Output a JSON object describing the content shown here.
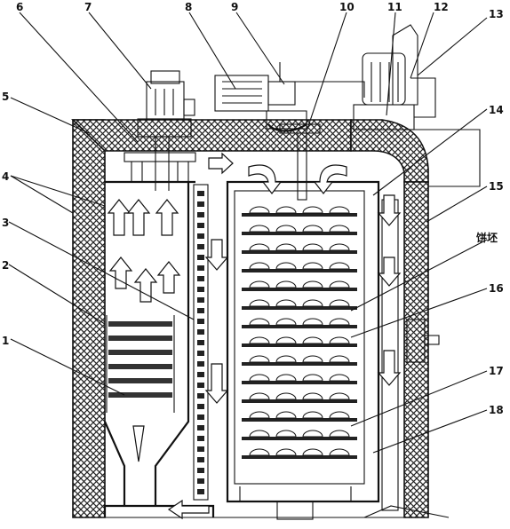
{
  "callouts": [
    "1",
    "2",
    "3",
    "4",
    "5",
    "6",
    "7",
    "8",
    "9",
    "10",
    "11",
    "12",
    "13",
    "14",
    "15",
    "16",
    "17",
    "18"
  ],
  "biscuit_label": "饼坯"
}
